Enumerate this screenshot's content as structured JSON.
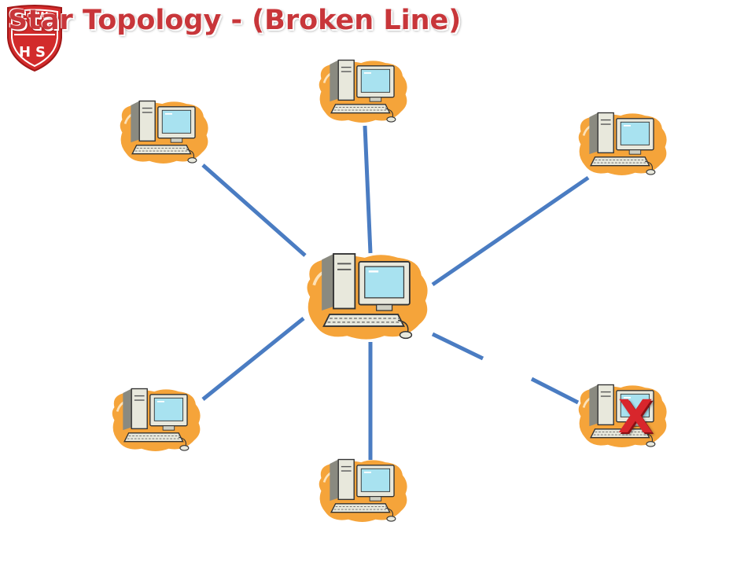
{
  "title": "Star Topology - (Broken Line)",
  "logo": {
    "top_text": "LOW",
    "bottom_text": "HS"
  },
  "broken_marker": "X",
  "colors": {
    "title": "#c8363a",
    "link": "#4a7cc2",
    "logo": "#d22b2b",
    "blob": "#f5a43a",
    "broken_marker": "#d8262c"
  },
  "nodes": [
    {
      "name": "hub-computer",
      "role": "hub"
    },
    {
      "name": "computer-top-left",
      "role": "client"
    },
    {
      "name": "computer-top",
      "role": "client"
    },
    {
      "name": "computer-top-right",
      "role": "client"
    },
    {
      "name": "computer-bottom-left",
      "role": "client"
    },
    {
      "name": "computer-bottom",
      "role": "client"
    },
    {
      "name": "computer-bottom-right",
      "role": "client",
      "status": "broken"
    }
  ]
}
